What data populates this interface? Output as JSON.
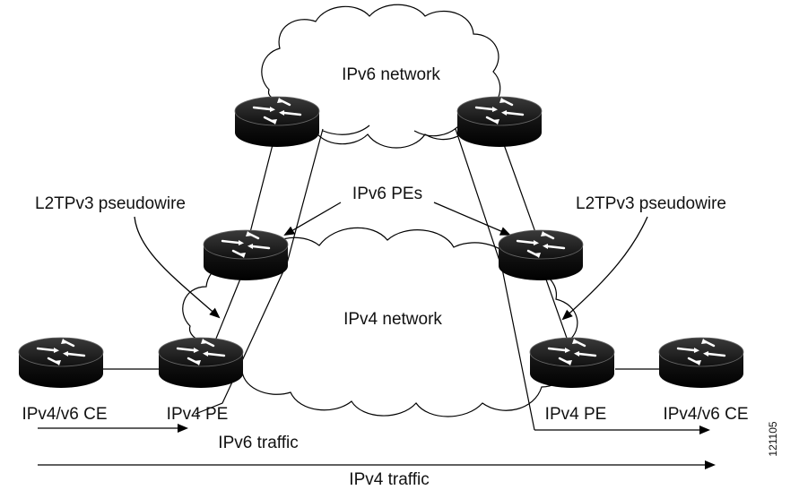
{
  "labels": {
    "ipv6_network": "IPv6 network",
    "ipv4_network": "IPv4 network",
    "ipv6_pes": "IPv6 PEs",
    "l2tpv3_left": "L2TPv3 pseudowire",
    "l2tpv3_right": "L2TPv3 pseudowire",
    "ce_left": "IPv4/v6 CE",
    "pe_left": "IPv4 PE",
    "pe_right": "IPv4 PE",
    "ce_right": "IPv4/v6 CE",
    "ipv6_traffic": "IPv6 traffic",
    "ipv4_traffic": "IPv4 traffic",
    "figure_id": "121105"
  },
  "icons": {
    "router": "router-icon"
  }
}
